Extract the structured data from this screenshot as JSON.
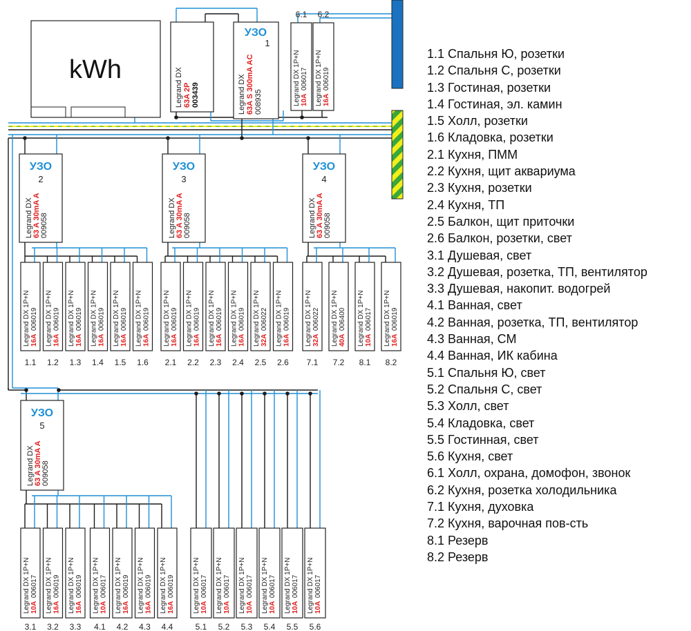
{
  "meter": {
    "label": "kWh"
  },
  "main_switch": {
    "brand": "Legrand DX",
    "rating": "63A 2P",
    "code": "003439"
  },
  "main_rcd": {
    "title": "УЗО",
    "number": "1",
    "brand": "Legrand DX",
    "rating": "63A S 300mA AC",
    "code": "008935"
  },
  "top_breakers": [
    {
      "id": "6.1",
      "brand": "Legrand DX 1P+N",
      "rating": "10A",
      "code": "006017"
    },
    {
      "id": "6.2",
      "brand": "Legrand DX 1P+N",
      "rating": "16A",
      "code": "006019"
    }
  ],
  "rcd_groups": [
    {
      "title": "УЗО",
      "number": "2",
      "brand": "Legrand DX",
      "rating": "63 A 30mA A",
      "code": "009058",
      "breakers": [
        {
          "id": "1.1",
          "brand": "Legrand DX 1P+N",
          "rating": "16A",
          "code": "006019"
        },
        {
          "id": "1.2",
          "brand": "Legrand DX 1P+N",
          "rating": "16A",
          "code": "006019"
        },
        {
          "id": "1.3",
          "brand": "Legrand DX 1P+N",
          "rating": "16A",
          "code": "006019"
        },
        {
          "id": "1.4",
          "brand": "Legrand DX 1P+N",
          "rating": "16A",
          "code": "006019"
        },
        {
          "id": "1.5",
          "brand": "Legrand DX 1P+N",
          "rating": "16A",
          "code": "006019"
        },
        {
          "id": "1.6",
          "brand": "Legrand DX 1P+N",
          "rating": "16A",
          "code": "006019"
        }
      ]
    },
    {
      "title": "УЗО",
      "number": "3",
      "brand": "Legrand DX",
      "rating": "63 A 30mA A",
      "code": "009058",
      "breakers": [
        {
          "id": "2.1",
          "brand": "Legrand DX 1P+N",
          "rating": "16A",
          "code": "006019"
        },
        {
          "id": "2.2",
          "brand": "Legrand DX 1P+N",
          "rating": "16A",
          "code": "006019"
        },
        {
          "id": "2.3",
          "brand": "Legrand DX 1P+N",
          "rating": "16A",
          "code": "006019"
        },
        {
          "id": "2.4",
          "brand": "Legrand DX 1P+N",
          "rating": "16A",
          "code": "006019"
        },
        {
          "id": "2.5",
          "brand": "Legrand DX 1P+N",
          "rating": "32A",
          "code": "006022"
        },
        {
          "id": "2.6",
          "brand": "Legrand DX 1P+N",
          "rating": "16A",
          "code": "006019"
        }
      ]
    },
    {
      "title": "УЗО",
      "number": "4",
      "brand": "Legrand DX",
      "rating": "63 A 30mA A",
      "code": "009058",
      "breakers": [
        {
          "id": "7.1",
          "brand": "Legrand DX 1P+N",
          "rating": "32A",
          "code": "006022"
        },
        {
          "id": "7.2",
          "brand": "Legrand DX 1P+N",
          "rating": "40A",
          "code": "006400"
        },
        {
          "id": "8.1",
          "brand": "Legrand DX 1P+N",
          "rating": "10A",
          "code": "006017"
        },
        {
          "id": "8.2",
          "brand": "Legrand DX 1P+N",
          "rating": "16A",
          "code": "006019"
        }
      ]
    },
    {
      "title": "УЗО",
      "number": "5",
      "brand": "Legrand DX",
      "rating": "63 A 30mA A",
      "code": "009058",
      "breakers": [
        {
          "id": "3.1",
          "brand": "Legrand DX 1P+N",
          "rating": "10A",
          "code": "006017"
        },
        {
          "id": "3.2",
          "brand": "Legrand DX 1P+N",
          "rating": "16A",
          "code": "006019"
        },
        {
          "id": "3.3",
          "brand": "Legrand DX 1P+N",
          "rating": "16A",
          "code": "006019"
        },
        {
          "id": "4.1",
          "brand": "Legrand DX 1P+N",
          "rating": "10A",
          "code": "006017"
        },
        {
          "id": "4.2",
          "brand": "Legrand DX 1P+N",
          "rating": "16A",
          "code": "006019"
        },
        {
          "id": "4.3",
          "brand": "Legrand DX 1P+N",
          "rating": "16A",
          "code": "006019"
        },
        {
          "id": "4.4",
          "brand": "Legrand DX 1P+N",
          "rating": "16A",
          "code": "006019"
        }
      ]
    }
  ],
  "lighting_breakers": [
    {
      "id": "5.1",
      "brand": "Legrand DX 1P+N",
      "rating": "10A",
      "code": "006017"
    },
    {
      "id": "5.2",
      "brand": "Legrand DX 1P+N",
      "rating": "10A",
      "code": "006017"
    },
    {
      "id": "5.3",
      "brand": "Legrand DX 1P+N",
      "rating": "10A",
      "code": "006017"
    },
    {
      "id": "5.4",
      "brand": "Legrand DX 1P+N",
      "rating": "10A",
      "code": "006017"
    },
    {
      "id": "5.5",
      "brand": "Legrand DX 1P+N",
      "rating": "10A",
      "code": "006017"
    },
    {
      "id": "5.6",
      "brand": "Legrand DX 1P+N",
      "rating": "10A",
      "code": "006017"
    }
  ],
  "legend": [
    "1.1 Спальня Ю, розетки",
    "1.2 Спальня С, розетки",
    "1.3 Гостиная, розетки",
    "1.4 Гостиная, эл. камин",
    "1.5 Холл, розетки",
    "1.6 Кладовка, розетки",
    "2.1 Кухня, ПММ",
    "2.2 Кухня, щит аквариума",
    "2.3 Кухня, розетки",
    "2.4 Кухня, ТП",
    "2.5 Балкон, щит приточки",
    "2.6 Балкон, розетки, свет",
    "3.1 Душевая, свет",
    "3.2 Душевая, розетка, ТП, вентилятор",
    "3.3 Душевая, накопит. водогрей",
    "4.1 Ванная, свет",
    "4.2 Ванная, розетка, ТП, вентилятор",
    "4.3 Ванная, СМ",
    "4.4 Ванная, ИК кабина",
    "5.1 Спальня Ю, свет",
    "5.2 Спальня С, свет",
    "5.3 Холл, свет",
    "5.4 Кладовка, свет",
    "5.5 Гостинная, свет",
    "5.6 Кухня, свет",
    "6.1 Холл, охрана, домофон, звонок",
    "6.2 Кухня, розетка холодильника",
    "7.1 Кухня, духовка",
    "7.2 Кухня, варочная пов-сть",
    "8.1 Резерв",
    "8.2 Резерв"
  ],
  "colors": {
    "phase": "#1a1a1a",
    "neutral": "#1e8fd6",
    "rcd_title": "#1e8fd6",
    "rating": "#e02020",
    "earth_yellow": "#f2ee1a",
    "earth_green": "#3aa83a",
    "busbar_blue": "#1a72c0"
  }
}
